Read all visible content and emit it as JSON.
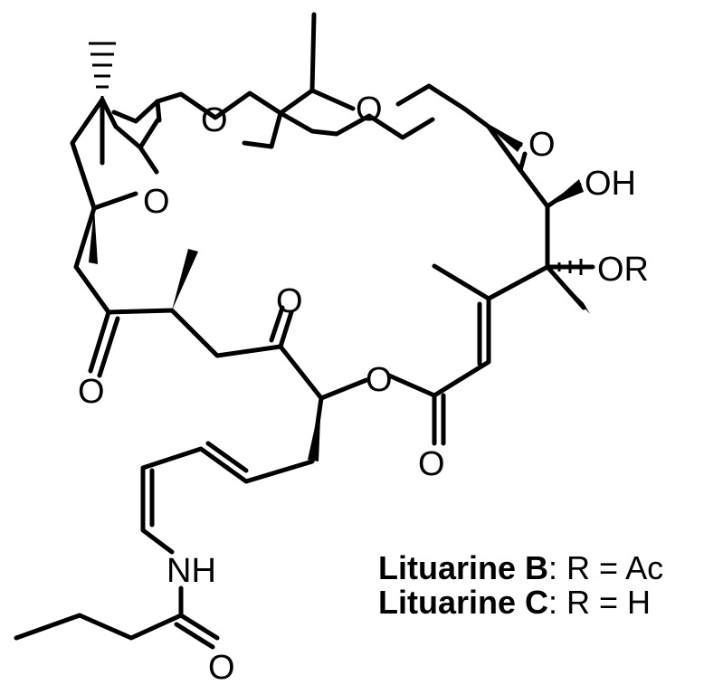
{
  "atoms": {
    "o_ring_top": "O",
    "o_spiro": "O",
    "o_thf": "O",
    "o_epoxide": "O",
    "oh": "OH",
    "or": "OR",
    "o_ketone1": "O",
    "o_ketone2": "O",
    "o_ester": "O",
    "o_ester_carbonyl": "O",
    "nh": "NH",
    "o_amide": "O"
  },
  "legend": [
    {
      "name": "Lituarine B",
      "sep": ": ",
      "def": "R = Ac"
    },
    {
      "name": "Lituarine C",
      "sep": ": ",
      "def": "R = H"
    }
  ],
  "colors": {
    "ink": "#000000",
    "background": "#ffffff"
  }
}
